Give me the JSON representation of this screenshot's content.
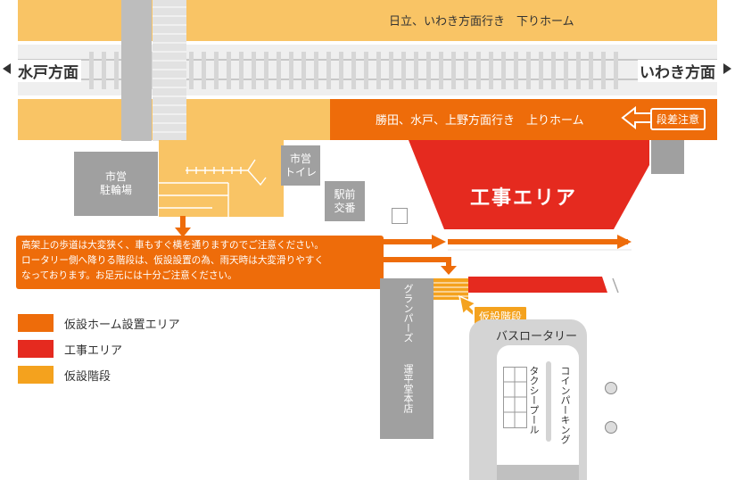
{
  "platforms": {
    "down": "日立、いわき方面行き　下りホーム",
    "up": "勝田、水戸、上野方面行き　上りホーム"
  },
  "directions": {
    "left": "水戸方面",
    "right": "いわき方面"
  },
  "labels": {
    "bike_parking": "市営\n駐輪場",
    "toilet": "市営\nトイレ",
    "police_box": "駅前\n交番",
    "construction_area": "工事エリア",
    "step_caution": "段差注意",
    "temporary_stairs": "仮設階段",
    "bus_rotary": "バスロータリー",
    "taxi_pool": "タクシープール",
    "coin_parking": "コインパーキング",
    "gran_base": "グランパーズ",
    "shop": "運平堂本店"
  },
  "notice": "高架上の歩道は大変狭く、車もすぐ横を通りますのでご注意ください。\nロータリー側へ降りる階段は、仮設設置の為、雨天時は大変滑りやすく\nなっております。お足元には十分ご注意ください。",
  "legend": [
    {
      "label": "仮設ホーム設置エリア",
      "color": "#ee6c0a"
    },
    {
      "label": "工事エリア",
      "color": "#e52a1f"
    },
    {
      "label": "仮設階段",
      "color": "#f4a21e"
    }
  ],
  "colors": {
    "platform": "#f9c465",
    "temp_platform": "#ee6c0a",
    "construction": "#e52a1f",
    "stairs": "#f4a21e",
    "gray_block": "#a0a0a0",
    "light_gray": "#d4d4d4"
  }
}
